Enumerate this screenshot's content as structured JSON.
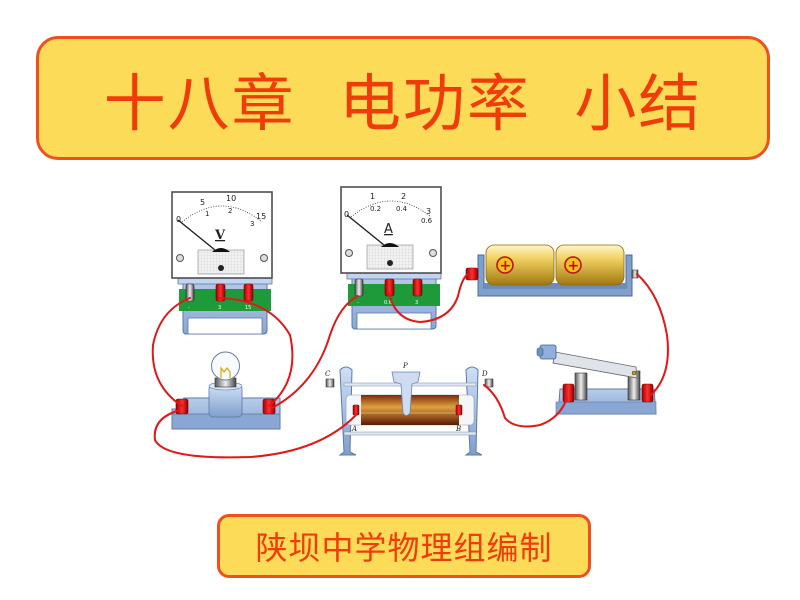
{
  "slide": {
    "title": "十八章  电功率  小结",
    "footer": "陕坝中学物理组编制"
  },
  "colors": {
    "banner_fill": "#fbdb58",
    "banner_border": "#f0501e",
    "banner_text": "#f03c0a",
    "wire": "#e01818",
    "device_blue": "#a9c4e8",
    "terminal_panel": "#1f9a3a"
  },
  "voltmeter": {
    "symbol": "V",
    "scale_top": [
      "0",
      "5",
      "10",
      "15"
    ],
    "scale_bottom": [
      "1",
      "2",
      "3"
    ],
    "terminals": [
      "-",
      "3",
      "15"
    ]
  },
  "ammeter": {
    "symbol": "A",
    "scale_top": [
      "0",
      "1",
      "2",
      "3"
    ],
    "scale_bottom": [
      "0.2",
      "0.4",
      "0.6"
    ],
    "terminals": [
      "-",
      "0.6",
      "3"
    ]
  },
  "battery": {
    "cells": 2,
    "cell_symbol": "+"
  },
  "rheostat": {
    "labels": {
      "slider": "P",
      "top_left": "C",
      "top_right": "D",
      "bottom_left": "A",
      "bottom_right": "B"
    }
  },
  "components": [
    "voltmeter",
    "ammeter",
    "battery",
    "lamp",
    "rheostat",
    "switch"
  ]
}
